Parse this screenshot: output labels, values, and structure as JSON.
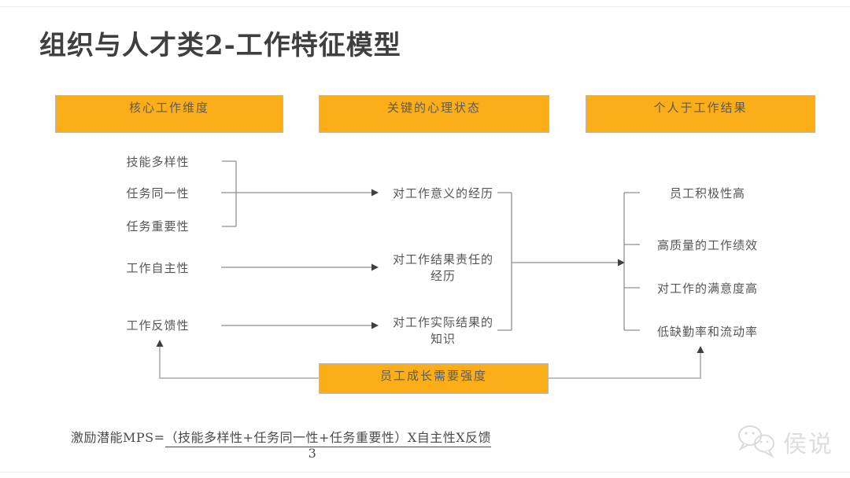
{
  "slide": {
    "title": "组织与人才类2-工作特征模型",
    "headers": [
      "核心工作维度",
      "关键的心理状态",
      "个人于工作结果"
    ],
    "core_dimensions": {
      "items": [
        "技能多样性",
        "任务同一性",
        "任务重要性",
        "工作自主性",
        "工作反馈性"
      ]
    },
    "psych_states": {
      "items": [
        "对工作意义的经历",
        "对工作结果责任的\n经历",
        "对工作实际结果的\n知识"
      ]
    },
    "outcomes": {
      "items": [
        "员工积极性高",
        "高质量的工作绩效",
        "对工作的满意度高",
        "低缺勤率和流动率"
      ]
    },
    "moderator": "员工成长需要强度",
    "formula": {
      "prefix": "激励潜能MPS=",
      "numerator": "（技能多样性+任务同一性+任务重要性）X自主性X反馈",
      "denominator": "3"
    },
    "watermark_text": "侯说",
    "colors": {
      "accent_orange": "#FBAE17",
      "connector_gray": "#8f8f8f",
      "arrowhead_dark": "#3f3f3f",
      "text_gray": "#555555"
    }
  }
}
